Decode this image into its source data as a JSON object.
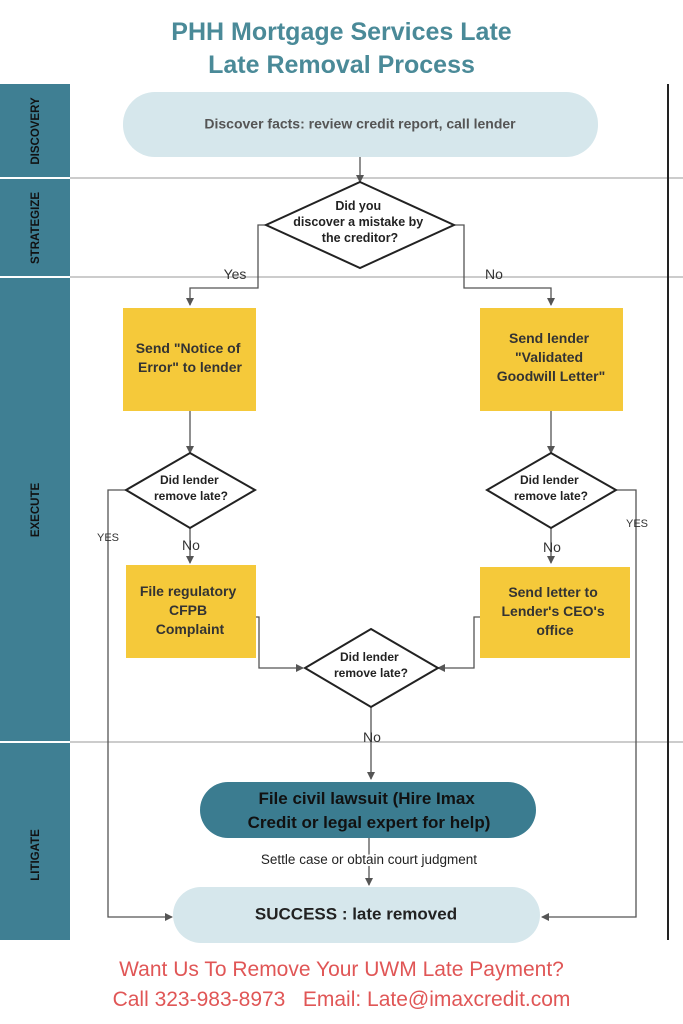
{
  "title": {
    "line1": "PHH Mortgage Services Late",
    "line2": "Late Removal Process"
  },
  "lanes": [
    "DISCOVERY",
    "STRATEGIZE",
    "EXECUTE",
    "LITIGATE"
  ],
  "nodes": {
    "discover": "Discover facts: review credit report, call lender",
    "decision_mistake": [
      "Did you",
      "discover a mistake by",
      "the creditor?"
    ],
    "notice_of_error": [
      "Send \"Notice of",
      "Error\" to lender"
    ],
    "goodwill_letter": [
      "Send lender",
      "\"Validated",
      "Goodwill Letter\""
    ],
    "decision_left": [
      "Did lender",
      "remove late?"
    ],
    "decision_right": [
      "Did lender",
      "remove late?"
    ],
    "cfpb_complaint": [
      "File regulatory",
      "CFPB",
      "Complaint"
    ],
    "ceo_letter": [
      "Send letter to",
      "Lender's CEO's",
      "office"
    ],
    "decision_center": [
      "Did lender",
      "remove late?"
    ],
    "lawsuit": [
      "File civil lawsuit (Hire Imax",
      "Credit or legal expert for help)"
    ],
    "settle": "Settle case or obtain court judgment",
    "success": "SUCCESS : late removed"
  },
  "edge_labels": {
    "yes_main": "Yes",
    "no_main": "No",
    "yes_left": "YES",
    "yes_right": "YES",
    "no_left": "No",
    "no_right": "No",
    "no_center": "No"
  },
  "footer": {
    "line1": "Want Us To Remove Your UWM Late Payment?",
    "line2": "Call 323-983-8973   Email: Late@imaxcredit.com"
  },
  "colors": {
    "lane_bar": "#3f7f93",
    "title": "#4a8a98",
    "start_end": "#d6e7ec",
    "process": "#f5c93a",
    "lawsuit": "#3b7c90",
    "footer": "#e05656"
  }
}
